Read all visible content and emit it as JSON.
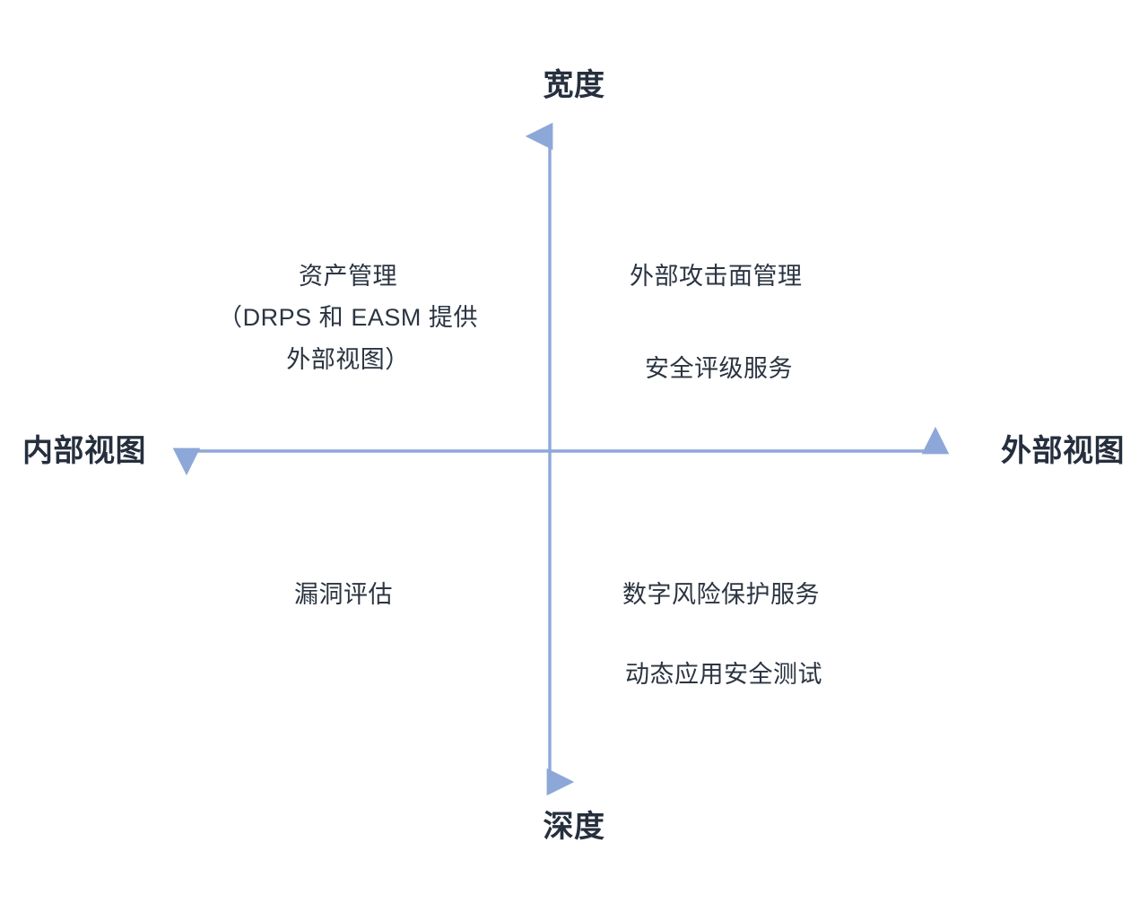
{
  "diagram": {
    "background_color": "#ffffff",
    "axis_color": "#8da8d8",
    "text_color": "#2b3441",
    "axis_label_color": "#252f3d",
    "axes": {
      "vertical_top_label": "宽度",
      "vertical_bottom_label": "深度",
      "horizontal_left_label": "内部视图",
      "horizontal_right_label": "外部视图"
    },
    "quadrants": {
      "top_left": {
        "items": [
          {
            "line1": "资产管理",
            "line2": "（DRPS 和 EASM 提供",
            "line3": "外部视图）"
          }
        ]
      },
      "top_right": {
        "items": [
          {
            "label": "外部攻击面管理"
          },
          {
            "label": "安全评级服务"
          }
        ]
      },
      "bottom_left": {
        "items": [
          {
            "label": "漏洞评估"
          }
        ]
      },
      "bottom_right": {
        "items": [
          {
            "label": "数字风险保护服务"
          },
          {
            "label": "动态应用安全测试"
          }
        ]
      }
    }
  },
  "chart_data": {
    "type": "scatter",
    "title": "",
    "xlabel": "内部视图 — 外部视图",
    "ylabel": "深度 — 宽度",
    "axis_labels": {
      "x_min": "内部视图",
      "x_max": "外部视图",
      "y_min": "深度",
      "y_max": "宽度"
    },
    "grid": false,
    "legend": "none",
    "annotations": [
      {
        "text": "资产管理（DRPS 和 EASM 提供外部视图）",
        "quadrant": "top-left"
      },
      {
        "text": "外部攻击面管理",
        "quadrant": "top-right"
      },
      {
        "text": "安全评级服务",
        "quadrant": "top-right"
      },
      {
        "text": "漏洞评估",
        "quadrant": "bottom-left"
      },
      {
        "text": "数字风险保护服务",
        "quadrant": "bottom-right"
      },
      {
        "text": "动态应用安全测试",
        "quadrant": "bottom-right"
      }
    ]
  }
}
